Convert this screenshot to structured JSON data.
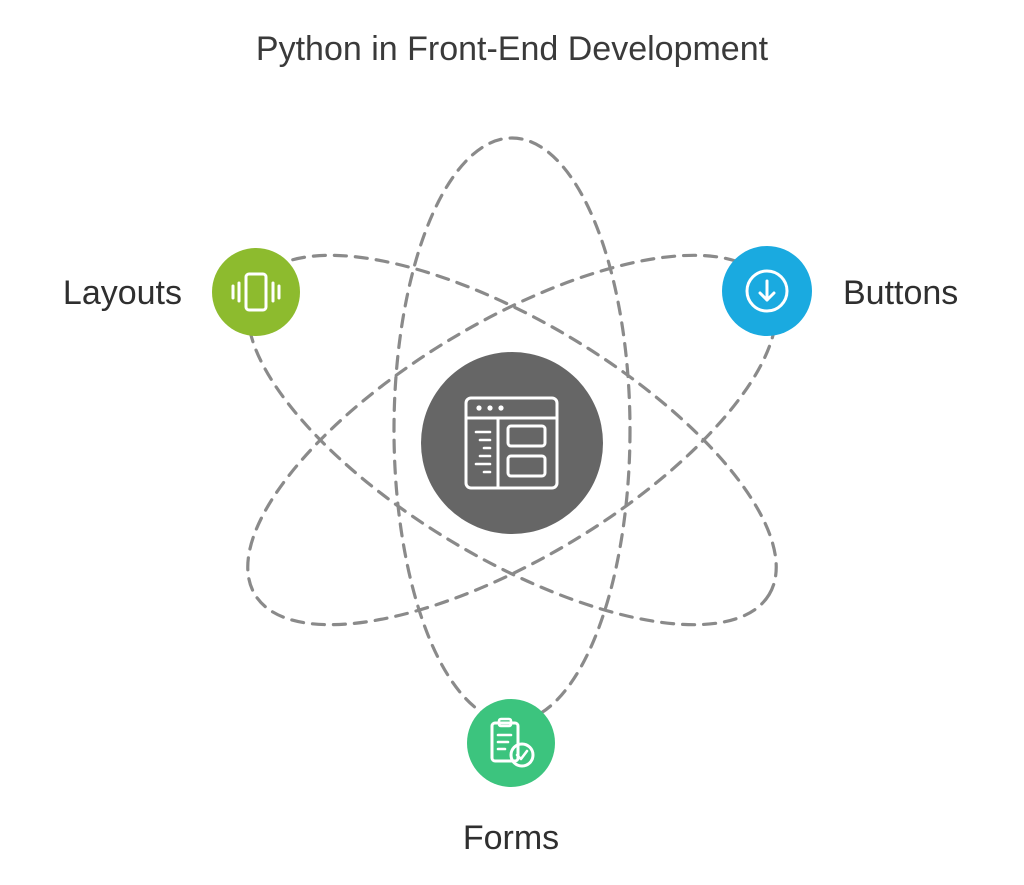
{
  "title": "Python in Front-End Development",
  "center": {
    "icon": "browser-window-icon",
    "color": "#666666"
  },
  "nodes": [
    {
      "label": "Layouts",
      "icon": "mobile-layout-icon",
      "color": "#8DBB2E"
    },
    {
      "label": "Buttons",
      "icon": "download-circle-icon",
      "color": "#1AAAE0"
    },
    {
      "label": "Forms",
      "icon": "clipboard-check-icon",
      "color": "#3CC47E"
    }
  ]
}
